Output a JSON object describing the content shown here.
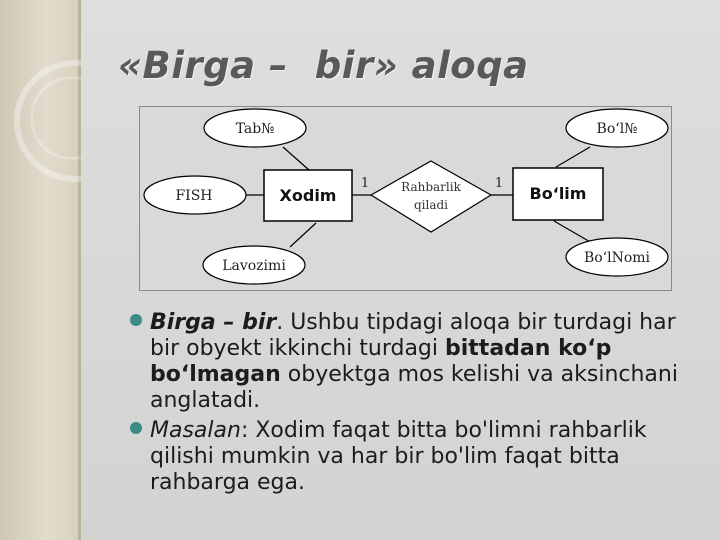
{
  "title": "«Birga –  bir» aloqa",
  "diagram": {
    "entities": [
      {
        "id": "xodim",
        "label": "Xodim"
      },
      {
        "id": "bolim",
        "label": "Bo‘lim"
      }
    ],
    "relationship": {
      "line1": "Rahbarlik",
      "line2": "qiladi"
    },
    "attributes": {
      "tabno": "Tab№",
      "fish": "FISH",
      "lavozimi": "Lavozimi",
      "bolno": "Bo‘l№",
      "bolnomi": "Bo‘lNomi"
    },
    "cardinality_left": "1",
    "cardinality_right": "1"
  },
  "bullets": [
    {
      "lead": "Birga –  bir",
      "rest1": ". Ushbu tipdagi aloqa bir turdagi har bir obyekt ikkinchi turdagi ",
      "strong": "bittadan ko‘p bo‘lmagan",
      "rest2": " obyektga mos kelishi va aksinchani anglatadi."
    },
    {
      "lead": "Masalan",
      "rest": ": Xodim faqat bitta bo'limni rahbarlik qilishi mumkin va har bir bo'lim faqat bitta rahbarga ega."
    }
  ],
  "colors": {
    "title": "#595959",
    "bullet": "#3a8b84",
    "diagram_bg": "#d9d9d9"
  }
}
